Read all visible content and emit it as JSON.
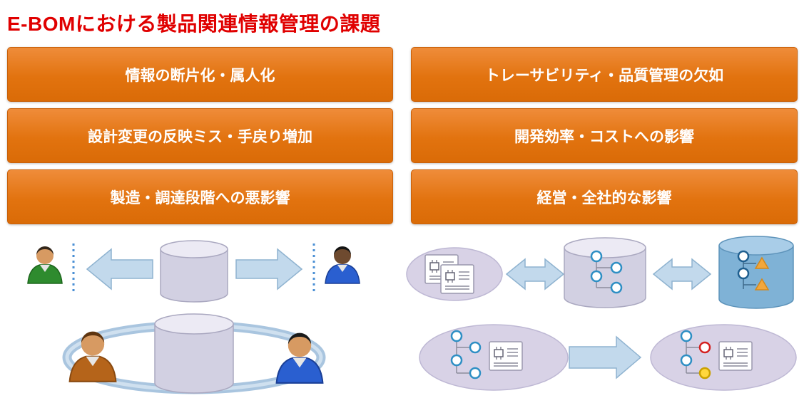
{
  "title": {
    "text": "E-BOMにおける製品関連情報管理の課題"
  },
  "issues": {
    "left": [
      "情報の断片化・属人化",
      "設計変更の反映ミス・手戻り増加",
      "製造・調達段階への悪影響"
    ],
    "right": [
      "トレーサビリティ・品質管理の欠如",
      "開発効率・コストへの影響",
      "経営・全社的な影響"
    ]
  },
  "colors": {
    "title_red": "#e00000",
    "box_orange": "#e2730f",
    "box_text": "#ffffff",
    "arrow_blue": "#c2d9ec",
    "cylinder_lavender": "#d2d0e2",
    "cylinder_blue": "#7fb2d6",
    "ellipse_purple": "#d8d2e6",
    "dotted_line_blue": "#4a8fd4"
  },
  "illustrations": {
    "left_top": {
      "icons": [
        "green-person-icon",
        "dotted-line",
        "left-block-arrow-icon",
        "database-cylinder-icon",
        "right-block-arrow-icon",
        "dotted-line",
        "dark-person-icon"
      ]
    },
    "left_bottom": {
      "icons": [
        "brown-person-icon",
        "sync-loop-ellipse",
        "database-cylinder-icon",
        "blue-person-icon"
      ]
    },
    "right_top": {
      "icons": [
        "documents-ellipse",
        "spec-document-icon",
        "double-block-arrow-icon",
        "bom-tree-cylinder-icon",
        "double-block-arrow-icon",
        "bom-tree-database-icon"
      ]
    },
    "right_bottom": {
      "icons": [
        "bom-tree-document-ellipse",
        "right-block-arrow-icon",
        "bom-tree-document-colored-ellipse"
      ]
    }
  }
}
